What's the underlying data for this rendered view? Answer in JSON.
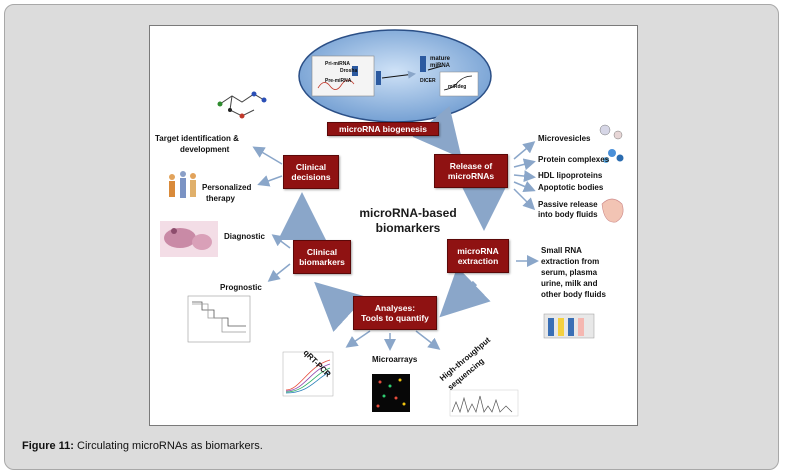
{
  "center_title": [
    "microRNA-based",
    "biomarkers"
  ],
  "biogenesis": {
    "label": "microRNA biogenesis",
    "pri": "Pri-miRNA",
    "drosha": "Drosha",
    "pre": "Pre-miRNA",
    "dicer": "DICER",
    "mature": "mature miRNA",
    "mirdeg": "miRdeg"
  },
  "boxes": {
    "release": [
      "Release of",
      "microRNAs"
    ],
    "extraction": [
      "microRNA",
      "extraction"
    ],
    "analyses": [
      "Analyses:",
      "Tools to quantify"
    ],
    "biomarkers": [
      "Clinical",
      "biomarkers"
    ],
    "decisions": [
      "Clinical",
      "decisions"
    ]
  },
  "release_items": [
    "Microvesicles",
    "Protein complexes",
    "HDL lipoproteins",
    "Apoptotic bodies",
    "Passive release",
    "into body fluids"
  ],
  "extraction_text": [
    "Small RNA",
    "extraction from",
    "serum, plasma",
    "urine, milk and",
    "other body fluids"
  ],
  "tools": [
    "qRT-PCR",
    "Microarrays",
    "High-throughput",
    "sequencing"
  ],
  "biomarker_uses": [
    "Diagnostic",
    "Prognostic"
  ],
  "decision_uses": [
    "Target identification &",
    "development",
    "Personalized",
    "therapy"
  ],
  "caption": {
    "bold": "Figure 11:",
    "text": " Circulating microRNAs as biomarkers."
  }
}
